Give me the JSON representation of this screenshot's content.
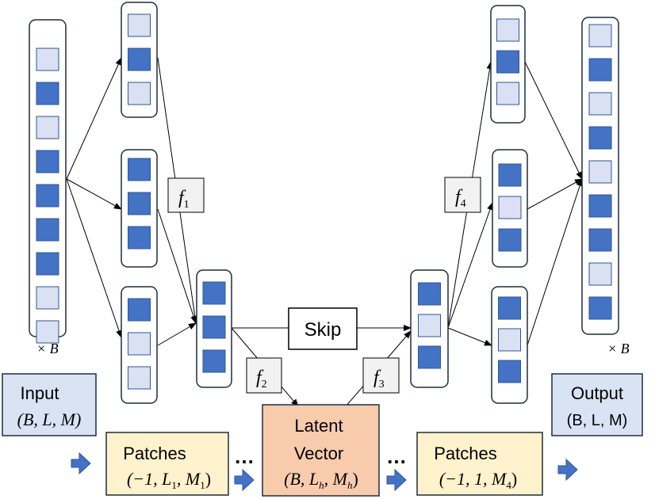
{
  "colors": {
    "cell_dark": "#4472c4",
    "cell_light": "#d9e1f2",
    "cell_border": "#2f5597",
    "column_border": "#1f2d3d",
    "io_box": "#dae3f3",
    "patch_box": "#fff2cc",
    "latent_box": "#f8cbad",
    "label_box": "#f2f2f2",
    "big_arrow": "#4472c4"
  },
  "icons": {
    "flow_arrow": "right-arrow-icon",
    "ellipsis": "ellipsis-icon"
  },
  "columns": [
    {
      "id": "input-stack",
      "cells": [
        "light",
        "dark",
        "light",
        "dark",
        "dark",
        "dark",
        "dark",
        "light",
        "light"
      ]
    },
    {
      "id": "enc-top",
      "cells": [
        "light",
        "dark",
        "light"
      ]
    },
    {
      "id": "enc-mid",
      "cells": [
        "dark",
        "dark",
        "dark"
      ]
    },
    {
      "id": "enc-bot",
      "cells": [
        "dark",
        "light",
        "light"
      ]
    },
    {
      "id": "enc-merge",
      "cells": [
        "dark",
        "dark",
        "dark"
      ]
    },
    {
      "id": "dec-split",
      "cells": [
        "dark",
        "light",
        "dark"
      ]
    },
    {
      "id": "dec-top",
      "cells": [
        "light",
        "dark",
        "light"
      ]
    },
    {
      "id": "dec-mid",
      "cells": [
        "dark",
        "light",
        "dark"
      ]
    },
    {
      "id": "dec-bot",
      "cells": [
        "dark",
        "light",
        "dark"
      ]
    },
    {
      "id": "output-stack",
      "cells": [
        "light",
        "dark",
        "light",
        "dark",
        "light",
        "dark",
        "dark",
        "light",
        "dark"
      ]
    }
  ],
  "batch_labels": {
    "input": "× B",
    "output": "× B"
  },
  "skip_label": "Skip",
  "functions": {
    "f1": "f",
    "f1_sub": "1",
    "f2": "f",
    "f2_sub": "2",
    "f3": "f",
    "f3_sub": "3",
    "f4": "f",
    "f4_sub": "4"
  },
  "bottom": {
    "input_title": "Input",
    "input_shape": "(B, L, M)",
    "patches1_title": "Patches",
    "patches1_shape_pre": "(−1, L",
    "patches1_sub1": "1",
    "patches1_shape_mid": ", M",
    "patches1_sub2": "1",
    "patches1_shape_post": ")",
    "ellipsis": "…",
    "latent_title_1": "Latent",
    "latent_title_2": "Vector",
    "latent_shape_pre": "(B, L",
    "latent_sub1": "h",
    "latent_shape_mid": ", M",
    "latent_sub2": "h",
    "latent_shape_post": ")",
    "patches2_title": "Patches",
    "patches2_shape_pre": "(−1, 1, M",
    "patches2_sub": "4",
    "patches2_shape_post": ")",
    "output_title": "Output",
    "output_shape": "(B, L, M)"
  }
}
